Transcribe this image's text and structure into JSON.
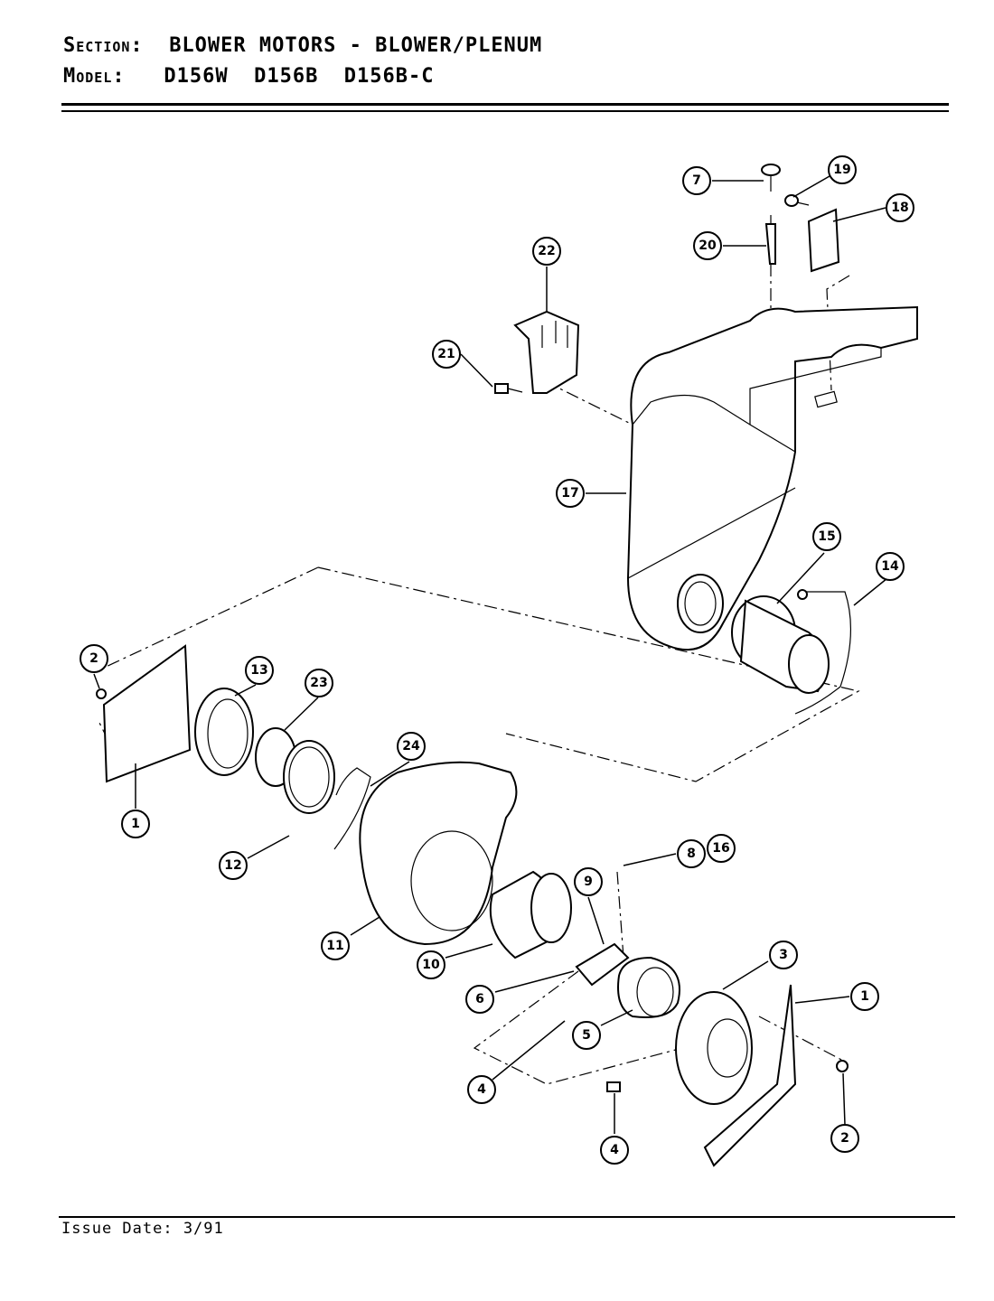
{
  "header": {
    "section_label": "Section:",
    "section_value": "BLOWER MOTORS - BLOWER/PLENUM",
    "model_label": "Model:",
    "model_value": "D156W  D156B  D156B-C"
  },
  "footer": {
    "issue_date": "Issue Date: 3/91"
  },
  "callouts": [
    "7",
    "19",
    "18",
    "20",
    "22",
    "21",
    "17",
    "15",
    "14",
    "2",
    "13",
    "23",
    "24",
    "1",
    "12",
    "8",
    "16",
    "9",
    "11",
    "10",
    "3",
    "1",
    "6",
    "5",
    "4",
    "2",
    "4"
  ]
}
